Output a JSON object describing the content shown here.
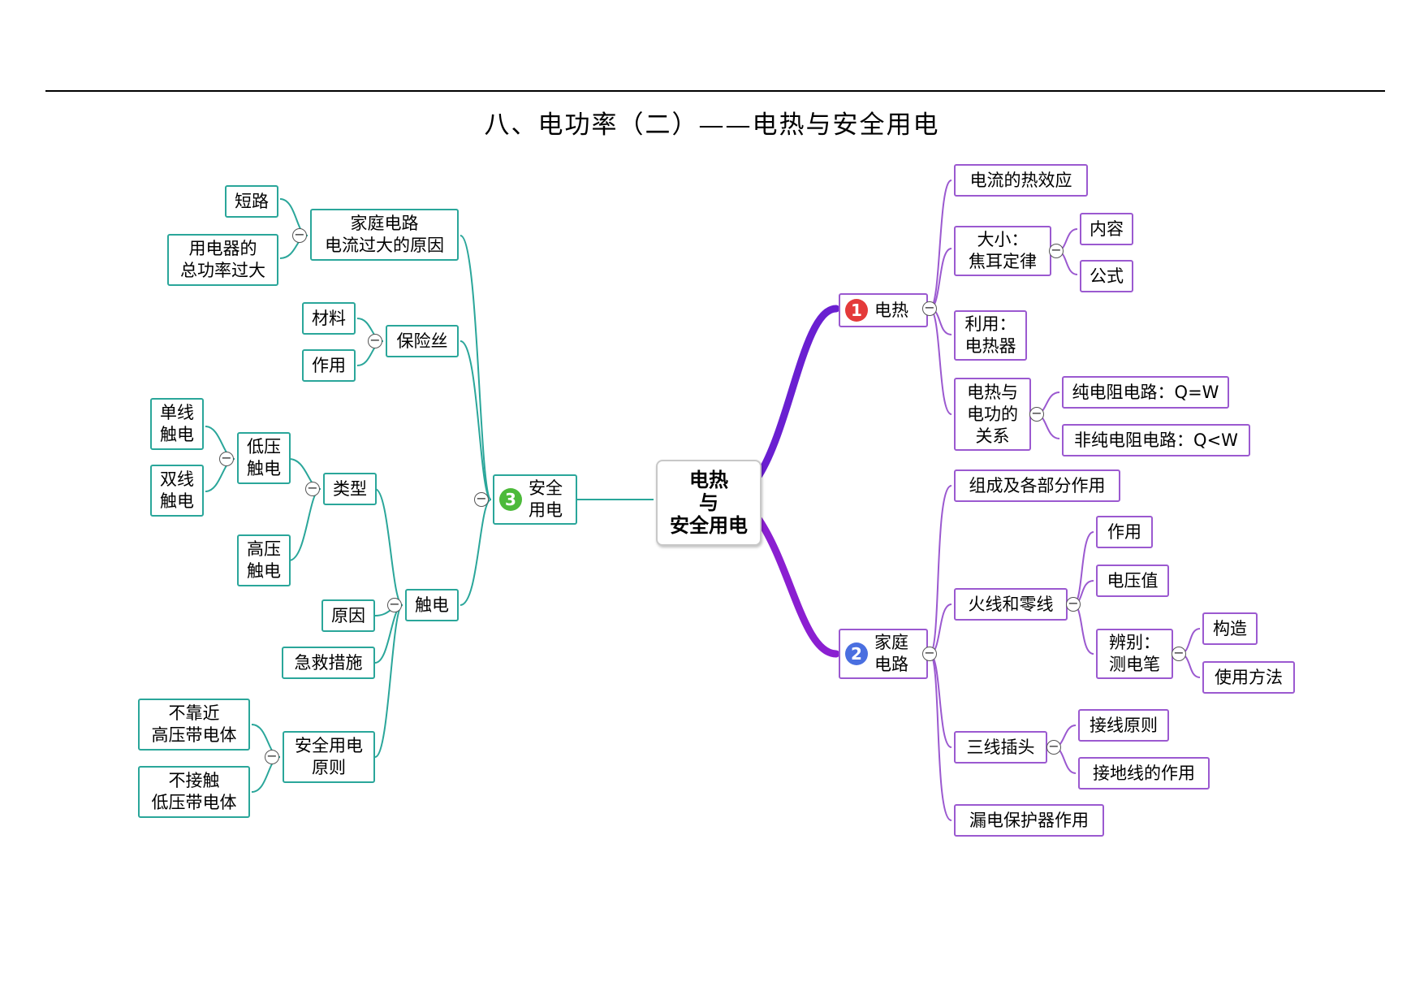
{
  "page": {
    "title": "八、电功率（二）——电热与安全用电"
  },
  "mindmap": {
    "central": "电热\n与\n安全用电",
    "colors": {
      "left_branch": "#2aa69a",
      "right_branch": "#9b59d0",
      "main_line_right": "#6a1fd1",
      "badge_1": "#e43a3a",
      "badge_2": "#4a6fe0",
      "badge_3": "#4cba3a"
    },
    "toggle_symbol": "−",
    "branch1": {
      "badge": "1",
      "label": "电热",
      "children": {
        "a": "电流的热效应",
        "b": "大小：\n焦耳定律",
        "b1": "内容",
        "b2": "公式",
        "c": "利用：\n电热器",
        "d": "电热与\n电功的\n关系",
        "d1": "纯电阻电路：Q=W",
        "d2": "非纯电阻电路：Q<W"
      }
    },
    "branch2": {
      "badge": "2",
      "label": "家庭\n电路",
      "children": {
        "a": "组成及各部分作用",
        "b": "火线和零线",
        "b1": "作用",
        "b2": "电压值",
        "b3": "辨别：\n测电笔",
        "b3a": "构造",
        "b3b": "使用方法",
        "c": "三线插头",
        "c1": "接线原则",
        "c2": "接地线的作用",
        "d": "漏电保护器作用"
      }
    },
    "branch3": {
      "badge": "3",
      "label": "安全\n用电",
      "children": {
        "a": "家庭电路\n电流过大的原因",
        "a1": "短路",
        "a2": "用电器的\n总功率过大",
        "b": "保险丝",
        "b1": "材料",
        "b2": "作用",
        "c": "触电",
        "c1": "类型",
        "c1a": "低压\n触电",
        "c1a1": "单线\n触电",
        "c1a2": "双线\n触电",
        "c1b": "高压\n触电",
        "c2": "原因",
        "c3": "急救措施",
        "c4": "安全用电\n原则",
        "c4a": "不靠近\n高压带电体",
        "c4b": "不接触\n低压带电体"
      }
    }
  }
}
